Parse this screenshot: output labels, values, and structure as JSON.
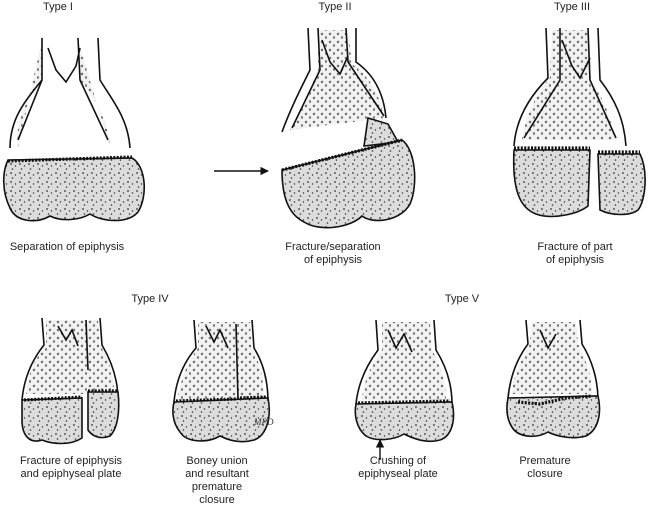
{
  "titles": {
    "type1": "Type I",
    "type2": "Type II",
    "type3": "Type III",
    "type4": "Type IV",
    "type5": "Type V"
  },
  "captions": {
    "type1": [
      "Separation of epiphysis"
    ],
    "type2": [
      "Fracture/separation",
      "of epiphysis"
    ],
    "type3": [
      "Fracture of part",
      "of epiphysis"
    ],
    "type4a": [
      "Fracture of epiphysis",
      "and epiphyseal plate"
    ],
    "type4b": [
      "Boney union",
      "and resultant",
      "premature",
      "closure"
    ],
    "type5a": [
      "Crushing of",
      "epiphyseal plate"
    ],
    "type5b": [
      "Premature",
      "closure"
    ]
  },
  "signature": "MPD"
}
